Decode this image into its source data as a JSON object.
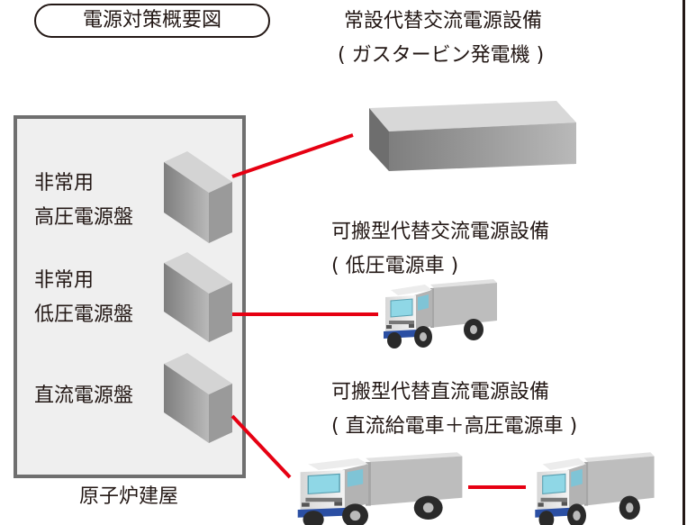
{
  "title": "電源対策概要図",
  "building": {
    "label": "原子炉建屋",
    "panels": [
      {
        "line1": "非常用",
        "line2": "高圧電源盤"
      },
      {
        "line1": "非常用",
        "line2": "低圧電源盤"
      },
      {
        "line1": "直流電源盤",
        "line2": ""
      }
    ]
  },
  "equipment": [
    {
      "line1": "常設代替交流電源設備",
      "line2": "( ガスタービン発電機 )"
    },
    {
      "line1": "可搬型代替交流電源設備",
      "line2": "( 低圧電源車 )"
    },
    {
      "line1": "可搬型代替直流電源設備",
      "line2": "( 直流給電車＋高圧電源車 )"
    }
  ],
  "colors": {
    "connector": "#e60012",
    "building_fill": "#efefef",
    "building_border": "#6f6f6f",
    "box_front": "#a8a8a8",
    "box_top": "#d3d3d3",
    "box_side": "#7d7d7d"
  }
}
